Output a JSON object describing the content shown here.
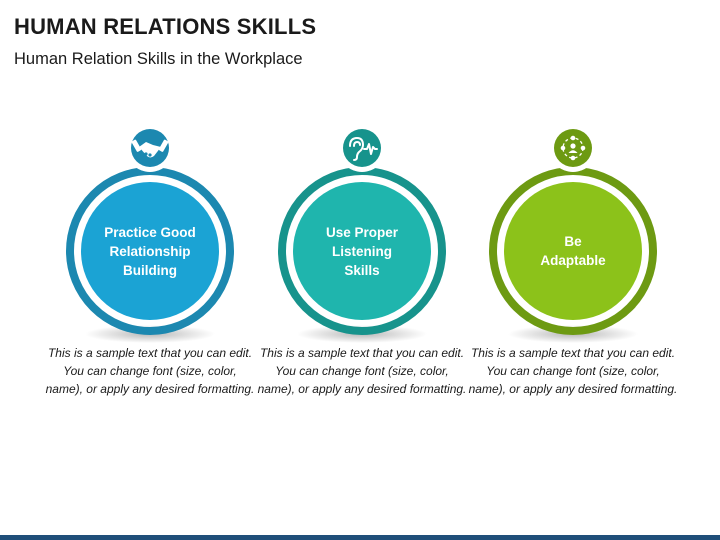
{
  "header": {
    "title": "HUMAN RELATIONS SKILLS",
    "subtitle": "Human Relation Skills in the Workplace"
  },
  "items": [
    {
      "label": "Practice Good\nRelationship\nBuilding",
      "description": "This is a sample text that you can edit. You can change font (size, color, name), or apply any desired formatting.",
      "icon": "handshake-icon",
      "color": "#1ba3d4",
      "ring_color": "#1c88b0"
    },
    {
      "label": "Use Proper\nListening\nSkills",
      "description": "This is a sample text that you can edit. You can change font (size, color, name), or apply any desired formatting.",
      "icon": "ear-soundwave-icon",
      "color": "#1fb5ad",
      "ring_color": "#17938c"
    },
    {
      "label": "Be\nAdaptable",
      "description": "This is a sample text that you can edit. You can change font (size, color, name), or apply any desired formatting.",
      "icon": "adaptability-network-icon",
      "color": "#8cc21a",
      "ring_color": "#6d9a12"
    }
  ]
}
